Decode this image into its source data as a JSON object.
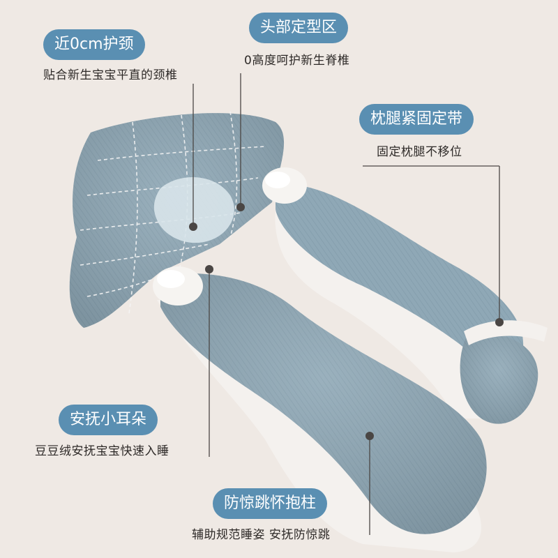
{
  "theme": {
    "accent": "#5a8fb2",
    "background": "#efe9e4",
    "pillow": "#8fa8b6",
    "pillow_dark": "#7f99a8",
    "trim": "#f4f1ee"
  },
  "features": {
    "neck": {
      "title": "近0cm护颈",
      "desc": "贴合新生宝宝平直的颈椎"
    },
    "head": {
      "title": "头部定型区",
      "desc": "0高度呵护新生脊椎"
    },
    "strap": {
      "title": "枕腿紧固定带",
      "desc": "固定枕腿不移位"
    },
    "ears": {
      "title": "安抚小耳朵",
      "desc": "豆豆绒安抚宝宝快速入睡"
    },
    "bolster": {
      "title": "防惊跳怀抱柱",
      "desc": "辅助规范睡姿 安抚防惊跳"
    }
  }
}
